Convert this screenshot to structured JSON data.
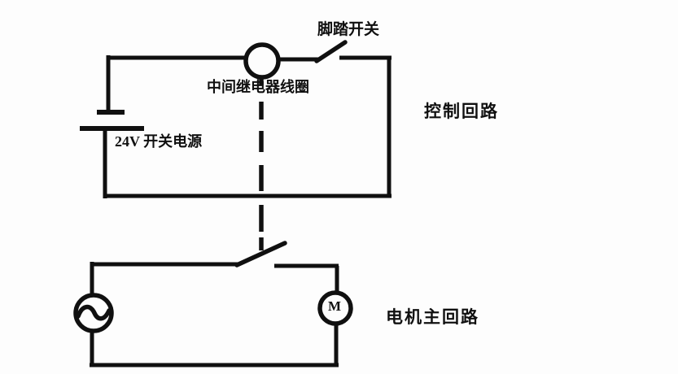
{
  "page": {
    "background": "#fdfdfd",
    "ink_color": "#101010",
    "description": "Hand-drawn relay control circuit schematic with a 24V control loop and a motor main loop linked by a dashed mechanical connection"
  },
  "labels": {
    "foot_switch": "脚踏开关",
    "relay_coil": "中间继电器线圈",
    "power_supply": "24V 开关电源",
    "control_loop": "控制回路",
    "motor_loop": "电机主回路",
    "motor_letter": "M"
  },
  "symbols": {
    "battery": "battery-symbol",
    "relay_coil": "relay-coil-circle-symbol",
    "foot_switch": "normally-open-switch-symbol",
    "relay_contact": "normally-open-contact-symbol",
    "ac_source": "ac-source-symbol",
    "motor": "motor-symbol",
    "mechanical_link": "dashed-link-line"
  }
}
